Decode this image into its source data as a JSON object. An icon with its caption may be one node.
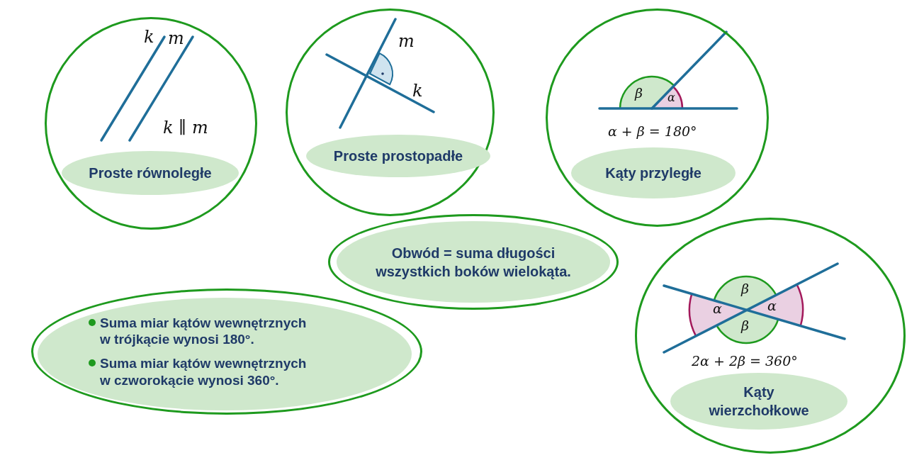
{
  "diagram": {
    "nodes": [
      {
        "text": [],
        "shape": "circle"
      },
      {
        "text": [
          "Proste równoległe"
        ],
        "in": 0
      },
      {
        "text": [],
        "shape": "circle"
      },
      {
        "text": [
          "Proste prostopadłe"
        ],
        "in": 2
      },
      {
        "text": [],
        "shape": "circle"
      },
      {
        "text": [
          "Kąty przyległe"
        ],
        "in": 4
      },
      {
        "text": [
          "Obwód = suma długości wszystkich boków wielokąta."
        ]
      },
      {
        "text": [
          "Suma miar kątów wewnętrznych w trójkącie wynosi 180°.",
          "Suma miar kątów wewnętrznych w czworokącie wynosi 360°."
        ]
      },
      {
        "text": [],
        "shape": "circle"
      },
      {
        "text": [
          "Kąty wierzchołkowe"
        ],
        "in": 8
      }
    ],
    "labels": [
      "k",
      "m",
      "k ∥ m",
      "m",
      "k",
      "β",
      "α",
      "α + β = 180°",
      "β",
      "α",
      "α",
      "β",
      "2α + 2β = 360°"
    ]
  }
}
